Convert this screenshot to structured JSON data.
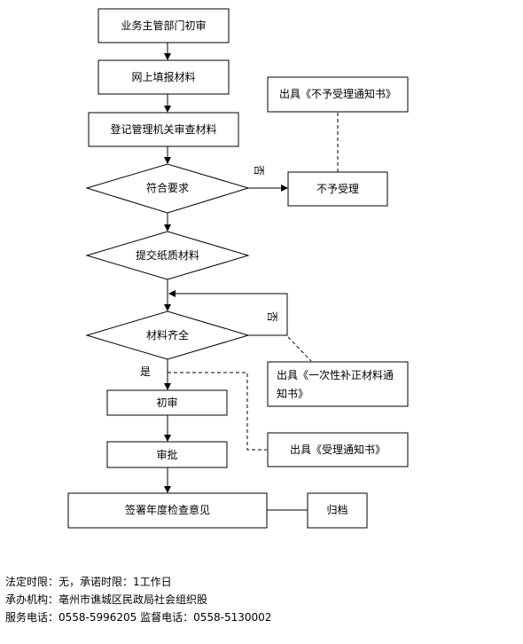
{
  "flow": {
    "step1": "业务主管部门初审",
    "step2": "网上填报材料",
    "step3": "登记管理机关审查材料",
    "decision1": "符合要求",
    "reject": "不予受理",
    "reject_notice": "出具《不予受理通知书》",
    "paper": "提交纸质材料",
    "decision2": "材料齐全",
    "supplement_line1": "出具《一次性补正材料通",
    "supplement_line2": "知书》",
    "accept_notice": "出具《受理通知书》",
    "first_review": "初审",
    "approve": "审批",
    "sign": "签署年度检查意见",
    "archive": "归档",
    "no_label": "否",
    "yes_label": "是"
  },
  "footer": {
    "line1": "法定时限：无，承诺时限：1工作日",
    "line2": "承办机构：亳州市谯城区民政局社会组织股",
    "line3": "服务电话：0558-5996205  监督电话：0558-5130002"
  }
}
